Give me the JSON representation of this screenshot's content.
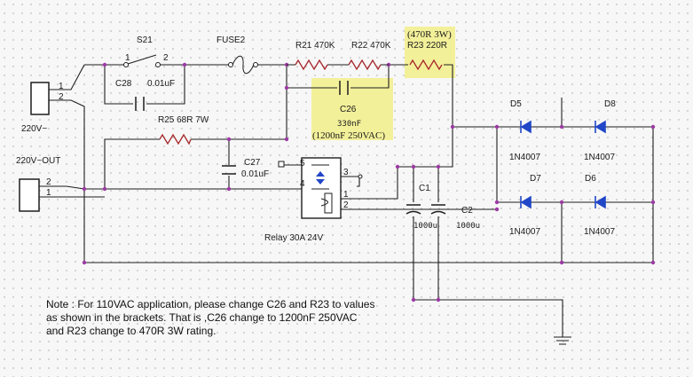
{
  "components": {
    "s21": {
      "ref": "S21",
      "pin1": "1",
      "pin2": "2"
    },
    "fuse2": {
      "ref": "FUSE2"
    },
    "r21": {
      "label": "R21 470K"
    },
    "r22": {
      "label": "R22 470K"
    },
    "r23": {
      "label": "R23 220R",
      "alt_label": "(470R 3W)"
    },
    "c28": {
      "ref": "C28",
      "value": "0.01uF"
    },
    "r25": {
      "label": "R25 68R 7W"
    },
    "c26": {
      "ref": "C26",
      "value": "330nF",
      "alt_value": "(1200nF 250VAC)"
    },
    "c27": {
      "ref": "C27",
      "value": "0.01uF"
    },
    "relay": {
      "label": "Relay 30A 24V",
      "pins": [
        "5",
        "4",
        "3",
        "1",
        "2"
      ]
    },
    "c1": {
      "ref": "C1",
      "value": "1000u"
    },
    "c2": {
      "ref": "C2",
      "value": "1000u"
    },
    "d5": {
      "ref": "D5",
      "part": "1N4007"
    },
    "d8": {
      "ref": "D8",
      "part": "1N4007"
    },
    "d7": {
      "ref": "D7",
      "part": "1N4007"
    },
    "d6": {
      "ref": "D6",
      "part": "1N4007"
    }
  },
  "connectors": {
    "input": {
      "label": "220V~",
      "pin_a": "1",
      "pin_b": "2"
    },
    "output": {
      "label": "220V~OUT",
      "pin_a": "2",
      "pin_b": "1"
    }
  },
  "highlight_color": "#f3f09a",
  "wire_color": "#1e1e1e",
  "resistor_color": "#a6262a",
  "diode_color": "#2146c7",
  "note": [
    "Note : For 110VAC application, please change C26 and R23 to values",
    "as shown in the brackets. That is ,C26 change to 1200nF 250VAC",
    "and R23 change to 470R 3W rating."
  ]
}
